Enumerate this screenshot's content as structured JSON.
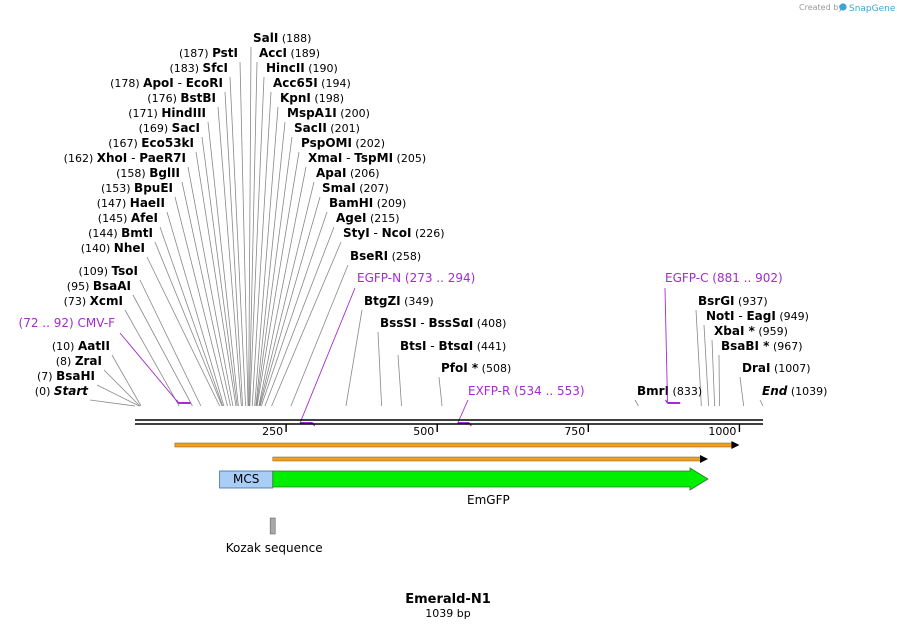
{
  "title": "Emerald-N1",
  "length_label": "1039 bp",
  "credit": {
    "prefix": "Created by",
    "brand": "SnapGene"
  },
  "sequence_length": 1039,
  "ticks": [
    {
      "value": 250,
      "label": "250"
    },
    {
      "value": 500,
      "label": "500"
    },
    {
      "value": 750,
      "label": "750"
    },
    {
      "value": 1000,
      "label": "1000"
    }
  ],
  "sites_left": [
    {
      "names": [
        "PstI"
      ],
      "pos": "(187)",
      "bp": 187
    },
    {
      "names": [
        "SfcI"
      ],
      "pos": "(183)",
      "bp": 183
    },
    {
      "names": [
        "ApoI",
        "EcoRI"
      ],
      "pos": "(178)",
      "bp": 178
    },
    {
      "names": [
        "BstBI"
      ],
      "pos": "(176)",
      "bp": 176
    },
    {
      "names": [
        "HindIII"
      ],
      "pos": "(171)",
      "bp": 171
    },
    {
      "names": [
        "SacI"
      ],
      "pos": "(169)",
      "bp": 169
    },
    {
      "names": [
        "Eco53kI"
      ],
      "pos": "(167)",
      "bp": 167
    },
    {
      "names": [
        "XhoI",
        "PaeR7I"
      ],
      "pos": "(162)",
      "bp": 162
    },
    {
      "names": [
        "BglII"
      ],
      "pos": "(158)",
      "bp": 158
    },
    {
      "names": [
        "BpuEI"
      ],
      "pos": "(153)",
      "bp": 153
    },
    {
      "names": [
        "HaeII"
      ],
      "pos": "(147)",
      "bp": 147
    },
    {
      "names": [
        "AfeI"
      ],
      "pos": "(145)",
      "bp": 145
    },
    {
      "names": [
        "BmtI"
      ],
      "pos": "(144)",
      "bp": 144
    },
    {
      "names": [
        "NheI"
      ],
      "pos": "(140)",
      "bp": 140
    },
    {
      "names": [
        "TsoI"
      ],
      "pos": "(109)",
      "bp": 109
    },
    {
      "names": [
        "BsaAI"
      ],
      "pos": "(95)",
      "bp": 95
    },
    {
      "names": [
        "XcmI"
      ],
      "pos": "(73)",
      "bp": 73
    },
    {
      "names": [
        "AatII"
      ],
      "pos": "(10)",
      "bp": 10
    },
    {
      "names": [
        "ZraI"
      ],
      "pos": "(8)",
      "bp": 8
    },
    {
      "names": [
        "BsaHI"
      ],
      "pos": "(7)",
      "bp": 7
    },
    {
      "names": [
        "Start"
      ],
      "pos": "(0)",
      "bp": 0,
      "italic": true
    }
  ],
  "sites_right": [
    {
      "names": [
        "SalI"
      ],
      "pos": "(188)",
      "bp": 188
    },
    {
      "names": [
        "AccI"
      ],
      "pos": "(189)",
      "bp": 189
    },
    {
      "names": [
        "HincII"
      ],
      "pos": "(190)",
      "bp": 190
    },
    {
      "names": [
        "Acc65I"
      ],
      "pos": "(194)",
      "bp": 194
    },
    {
      "names": [
        "KpnI"
      ],
      "pos": "(198)",
      "bp": 198
    },
    {
      "names": [
        "MspA1I"
      ],
      "pos": "(200)",
      "bp": 200
    },
    {
      "names": [
        "SacII"
      ],
      "pos": "(201)",
      "bp": 201
    },
    {
      "names": [
        "PspOMI"
      ],
      "pos": "(202)",
      "bp": 202
    },
    {
      "names": [
        "XmaI",
        "TspMI"
      ],
      "pos": "(205)",
      "bp": 205
    },
    {
      "names": [
        "ApaI"
      ],
      "pos": "(206)",
      "bp": 206
    },
    {
      "names": [
        "SmaI"
      ],
      "pos": "(207)",
      "bp": 207
    },
    {
      "names": [
        "BamHI"
      ],
      "pos": "(209)",
      "bp": 209
    },
    {
      "names": [
        "AgeI"
      ],
      "pos": "(215)",
      "bp": 215
    },
    {
      "names": [
        "StyI",
        "NcoI"
      ],
      "pos": "(226)",
      "bp": 226
    },
    {
      "names": [
        "BseRI"
      ],
      "pos": "(258)",
      "bp": 258
    },
    {
      "names": [
        "BtgZI"
      ],
      "pos": "(349)",
      "bp": 349
    },
    {
      "names": [
        "BssSI",
        "BssSαI"
      ],
      "pos": "(408)",
      "bp": 408
    },
    {
      "names": [
        "BtsI",
        "BtsαI"
      ],
      "pos": "(441)",
      "bp": 441
    },
    {
      "names": [
        "PfoI *"
      ],
      "pos": "(508)",
      "bp": 508
    },
    {
      "names": [
        "BmrI"
      ],
      "pos": "(833)",
      "bp": 833
    },
    {
      "names": [
        "BsrGI"
      ],
      "pos": "(937)",
      "bp": 937
    },
    {
      "names": [
        "NotI",
        "EagI"
      ],
      "pos": "(949)",
      "bp": 949
    },
    {
      "names": [
        "XbaI *"
      ],
      "pos": "(959)",
      "bp": 959
    },
    {
      "names": [
        "BsaBI *"
      ],
      "pos": "(967)",
      "bp": 967
    },
    {
      "names": [
        "DraI"
      ],
      "pos": "(1007)",
      "bp": 1007
    },
    {
      "names": [
        "End"
      ],
      "pos": "(1039)",
      "bp": 1039,
      "italic": true
    }
  ],
  "primers": [
    {
      "name": "CMV-F",
      "range": "(72 .. 92)",
      "start": 72,
      "end": 92,
      "strand": "top"
    },
    {
      "name": "EGFP-N",
      "range": "(273 .. 294)",
      "start": 273,
      "end": 294,
      "strand": "bottom"
    },
    {
      "name": "EXFP-R",
      "range": "(534 .. 553)",
      "start": 534,
      "end": 553,
      "strand": "bottom"
    },
    {
      "name": "EGFP-C",
      "range": "(881 .. 902)",
      "start": 881,
      "end": 902,
      "strand": "top"
    }
  ],
  "orfs": [
    {
      "name": "orf-1",
      "start": 66,
      "end": 1000
    },
    {
      "name": "orf-2",
      "start": 228,
      "end": 948
    }
  ],
  "features": [
    {
      "name": "MCS",
      "start": 140,
      "end": 228,
      "color": "#a9cdf5",
      "type": "box"
    },
    {
      "name": "EmGFP",
      "start": 228,
      "end": 948,
      "color": "#00ee00",
      "type": "arrow"
    },
    {
      "name": "Kozak sequence",
      "start": 222,
      "end": 232,
      "color": "#a8a8a8",
      "type": "small"
    }
  ],
  "colors": {
    "primer": "#a52acf",
    "orf": "#f0a020",
    "backbone": "#000000"
  }
}
